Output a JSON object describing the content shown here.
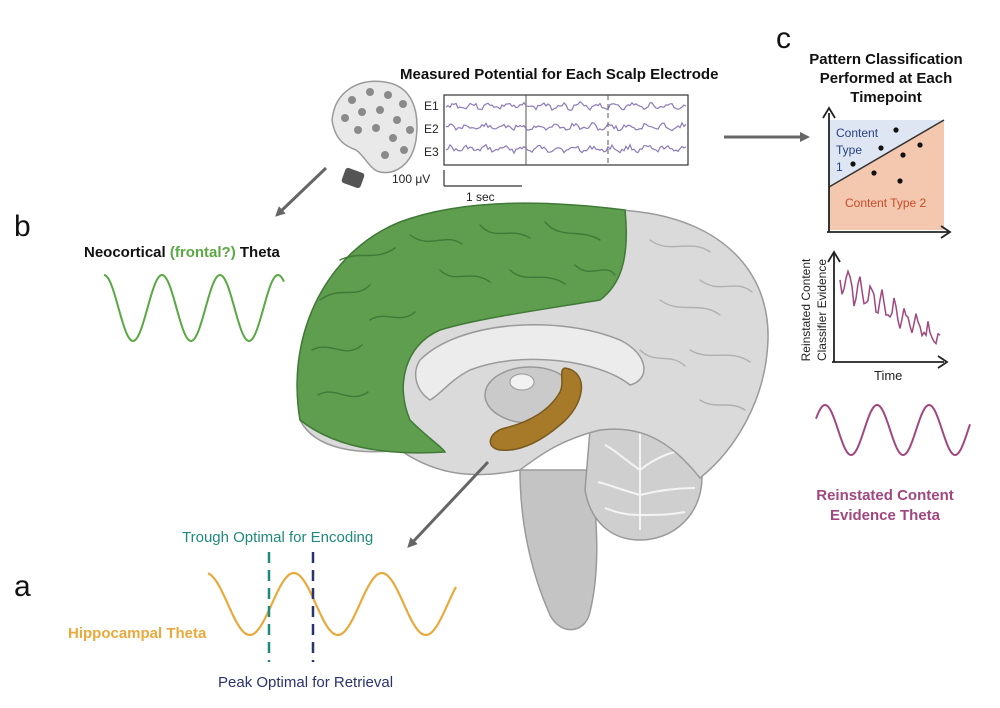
{
  "panels": {
    "a": "a",
    "b": "b",
    "c": "c"
  },
  "eeg": {
    "title": "Measured Potential for Each Scalp Electrode",
    "channels": [
      "E1",
      "E2",
      "E3"
    ],
    "scale_voltage": "100 μV",
    "scale_time": "1 sec"
  },
  "classification": {
    "title": "Pattern Classification Performed at Each Timepoint",
    "content_type_1": [
      "Content",
      "Type",
      "1"
    ],
    "content_type_2": "Content Type 2"
  },
  "evidence_plot": {
    "ylabel_line1": "Reinstated Content",
    "ylabel_line2": "Classifier Evidence",
    "xlabel": "Time"
  },
  "reinstated_theta": {
    "label": "Reinstated Content Evidence Theta"
  },
  "neocortical_theta": {
    "label_pre": "Neocortical ",
    "label_highlight": "(frontal?)",
    "label_post": " Theta"
  },
  "hippocampal": {
    "label": "Hippocampal Theta",
    "trough_label": "Trough Optimal for Encoding",
    "peak_label": "Peak Optimal for Retrieval"
  },
  "colors": {
    "green": "#5aa843",
    "gold": "#e9a93c",
    "pink": "#a0477f",
    "teal": "#1f8a7b",
    "navy": "#2b3270",
    "eeg_trace": "#8c7ab8",
    "hippocampus": "#a77a2a",
    "frontal_cortex": "#5f9e4f",
    "brain": "#d6d6d6"
  },
  "icons": [
    "eeg-cap-icon",
    "brain-illustration",
    "arrow-icon"
  ]
}
